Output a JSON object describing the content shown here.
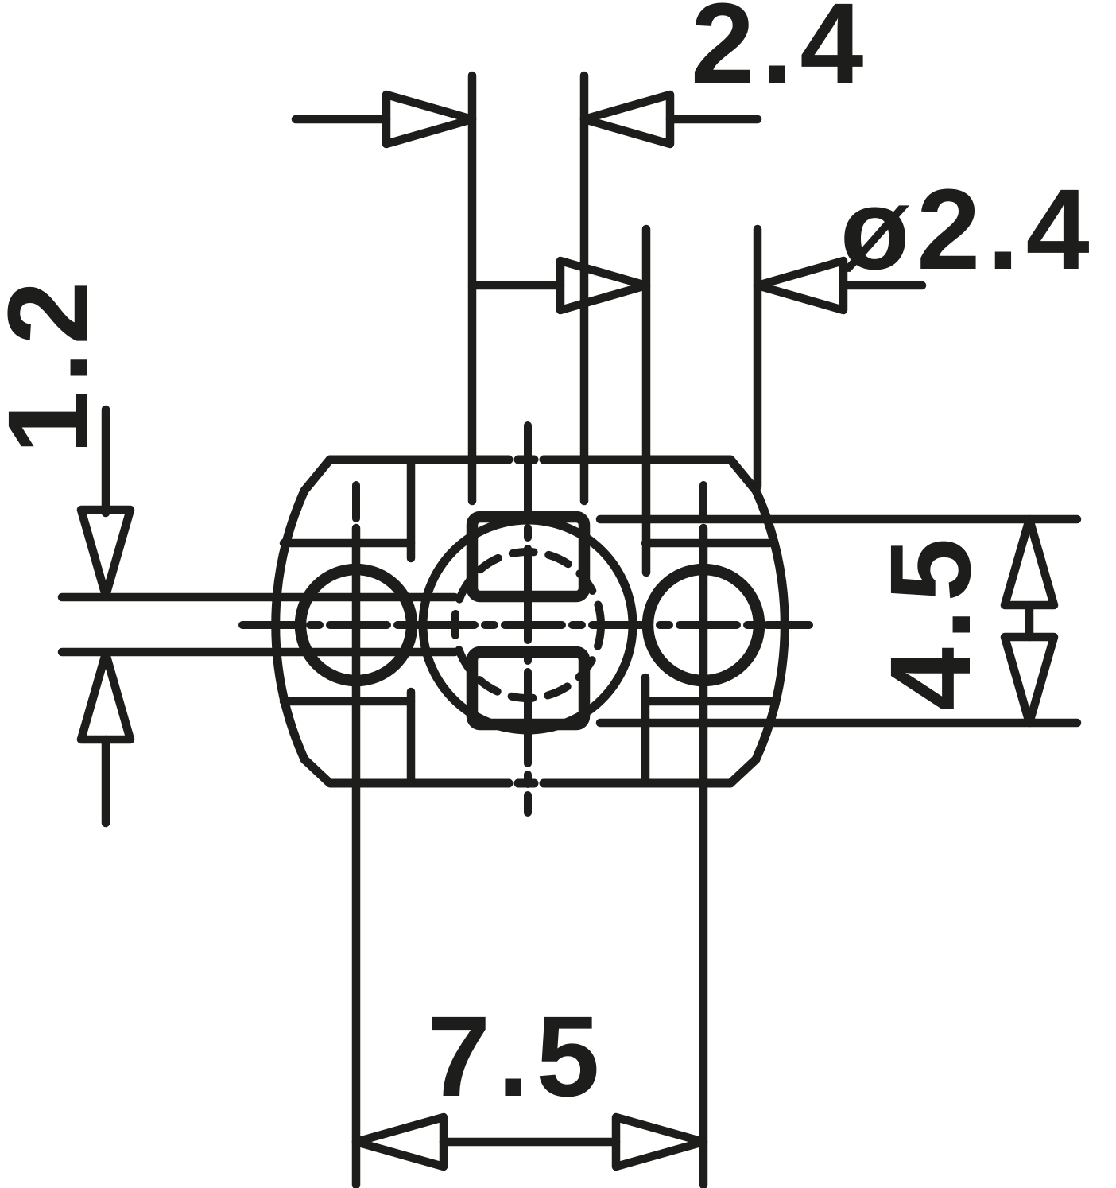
{
  "drawing": {
    "title": "connector-face technical dimension drawing",
    "units": "mm",
    "colors": {
      "ink": "#1d1d1b",
      "background": "#ffffff"
    },
    "labels": {
      "slot_width_top": "2.4",
      "hole_diameter": "ø2.4",
      "slot_gap_left": "1.2",
      "center_height_right": "4.5",
      "hole_spacing_bottom": "7.5"
    },
    "features": {
      "holes": 2,
      "central_slots": 2,
      "line_styles": [
        "solid outline",
        "thick feature outline",
        "dash-dot centerlines",
        "dashed circle"
      ]
    }
  }
}
